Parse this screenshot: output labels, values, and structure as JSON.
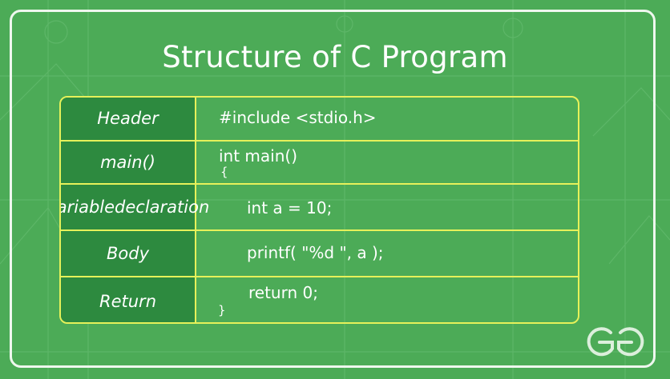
{
  "title": "Structure of C Program",
  "rows": [
    {
      "label": "Header",
      "code": [
        "#include <stdio.h>"
      ]
    },
    {
      "label": "main()",
      "code": [
        "int main()",
        "{"
      ]
    },
    {
      "label": "Variable declaration",
      "label_lines": [
        "Variable",
        "declaration"
      ],
      "code": [
        "int a = 10;"
      ]
    },
    {
      "label": "Body",
      "code": [
        "printf( \"%d \", a );"
      ]
    },
    {
      "label": "Return",
      "code": [
        "return 0;",
        "}"
      ]
    }
  ],
  "colors": {
    "background": "#4cab57",
    "label_cell": "#2d8a3f",
    "border": "#e6f15a",
    "text": "#ffffff"
  },
  "logo": "gfg-logo"
}
